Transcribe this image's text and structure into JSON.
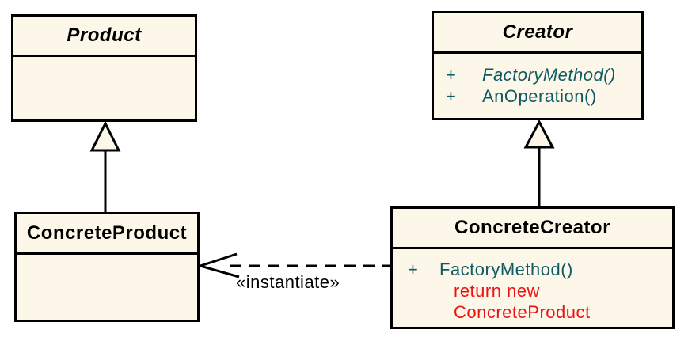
{
  "diagram_type": "uml-class-diagram",
  "colors": {
    "canvas": "#ffffff",
    "box_fill": "#fcf7e8",
    "stroke": "#000000",
    "method_text": "#0e5a66",
    "annotation_text": "#ee1111",
    "label_text": "#000000"
  },
  "classes": {
    "product": {
      "name": "Product"
    },
    "creator": {
      "name": "Creator",
      "methods": [
        {
          "visibility": "+",
          "name": "FactoryMethod()"
        },
        {
          "visibility": "+",
          "name": "AnOperation()"
        }
      ]
    },
    "concrete_product": {
      "name": "ConcreteProduct"
    },
    "concrete_creator": {
      "name": "ConcreteCreator",
      "methods": [
        {
          "visibility": "+",
          "name": "FactoryMethod()"
        }
      ],
      "note_lines": [
        "return new",
        "ConcreteProduct"
      ]
    }
  },
  "edges": {
    "instantiate_label": "«instantiate»"
  }
}
